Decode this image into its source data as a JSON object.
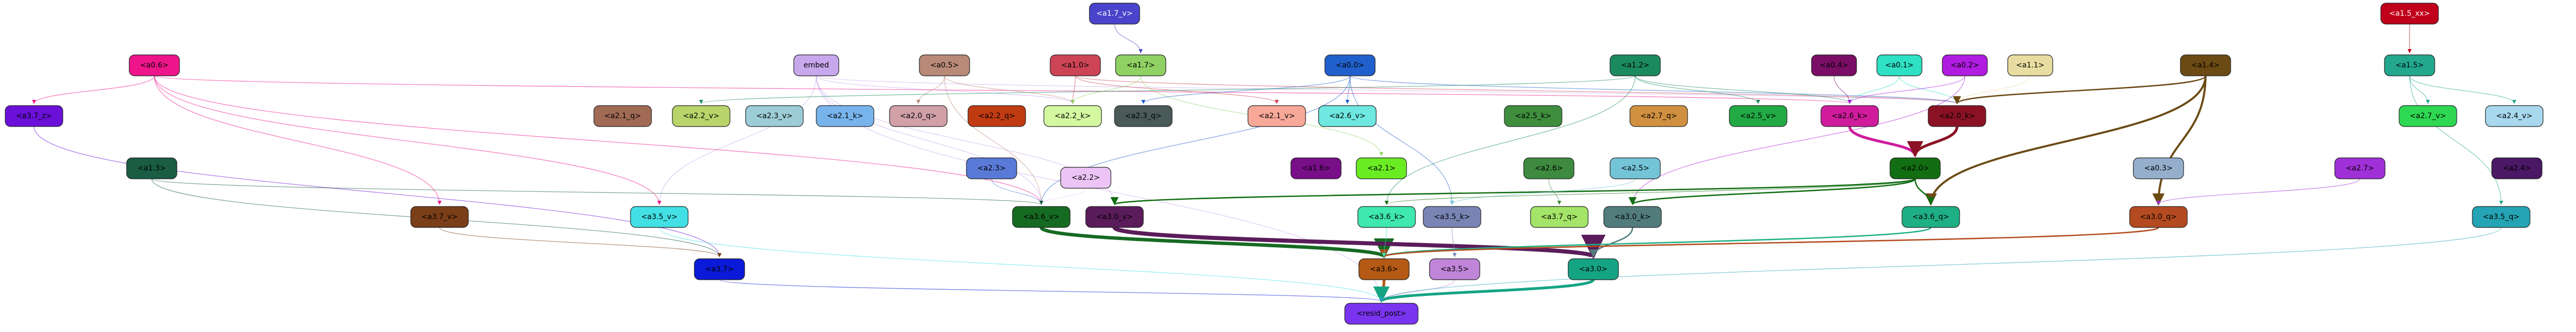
{
  "nodes": [
    {
      "id": "a1_7_v",
      "label": "<a1.7_v>",
      "fill": "#4a44cc",
      "text": "#ffffff"
    },
    {
      "id": "a1_5_xx",
      "label": "<a1.5_xx>",
      "fill": "#c0001a",
      "text": "#ffffff"
    },
    {
      "id": "a0_6",
      "label": "<a0.6>",
      "fill": "#ee158a",
      "text": "#000000"
    },
    {
      "id": "embed",
      "label": "embed",
      "fill": "#c8a8ec",
      "text": "#000000"
    },
    {
      "id": "a0_5",
      "label": "<a0.5>",
      "fill": "#b98a78",
      "text": "#000000"
    },
    {
      "id": "a1_0",
      "label": "<a1.0>",
      "fill": "#cc4455",
      "text": "#000000"
    },
    {
      "id": "a1_7",
      "label": "<a1.7>",
      "fill": "#8fd163",
      "text": "#000000"
    },
    {
      "id": "a0_0",
      "label": "<a0.0>",
      "fill": "#2060cc",
      "text": "#000000"
    },
    {
      "id": "a1_2",
      "label": "<a1.2>",
      "fill": "#1b8a5e",
      "text": "#000000"
    },
    {
      "id": "a0_4",
      "label": "<a0.4>",
      "fill": "#7a0e66",
      "text": "#000000"
    },
    {
      "id": "a0_1",
      "label": "<a0.1>",
      "fill": "#2ee0c4",
      "text": "#000000"
    },
    {
      "id": "a0_2",
      "label": "<a0.2>",
      "fill": "#b01ce0",
      "text": "#000000"
    },
    {
      "id": "a1_1",
      "label": "<a1.1>",
      "fill": "#e8dda0",
      "text": "#000000"
    },
    {
      "id": "a1_4",
      "label": "<a1.4>",
      "fill": "#6b4a14",
      "text": "#000000"
    },
    {
      "id": "a1_5",
      "label": "<a1.5>",
      "fill": "#23a88e",
      "text": "#000000"
    },
    {
      "id": "a3_7_z",
      "label": "<a3.7_z>",
      "fill": "#6a10d8",
      "text": "#000000"
    },
    {
      "id": "a2_1_q",
      "label": "<a2.1_q>",
      "fill": "#a06a55",
      "text": "#000000"
    },
    {
      "id": "a2_2_v",
      "label": "<a2.2_v>",
      "fill": "#b8d46a",
      "text": "#000000"
    },
    {
      "id": "a2_3_v",
      "label": "<a2.3_v>",
      "fill": "#9ccdd6",
      "text": "#000000"
    },
    {
      "id": "a2_1_k",
      "label": "<a2.1_k>",
      "fill": "#78b4ec",
      "text": "#000000"
    },
    {
      "id": "a2_0_q",
      "label": "<a2.0_q>",
      "fill": "#d0a0a6",
      "text": "#000000"
    },
    {
      "id": "a2_2_q",
      "label": "<a2.2_q>",
      "fill": "#c03a12",
      "text": "#000000"
    },
    {
      "id": "a2_2_k",
      "label": "<a2.2_k>",
      "fill": "#d4f8a0",
      "text": "#000000"
    },
    {
      "id": "a2_3_q",
      "label": "<a2.3_q>",
      "fill": "#4a5a58",
      "text": "#000000"
    },
    {
      "id": "a2_1_v",
      "label": "<a2.1_v>",
      "fill": "#f8a898",
      "text": "#000000"
    },
    {
      "id": "a2_6_v",
      "label": "<a2.6_v>",
      "fill": "#6ee8e0",
      "text": "#000000"
    },
    {
      "id": "a2_5_k",
      "label": "<a2.5_k>",
      "fill": "#3e8e3e",
      "text": "#000000"
    },
    {
      "id": "a2_7_q",
      "label": "<a2.7_q>",
      "fill": "#d09040",
      "text": "#000000"
    },
    {
      "id": "a2_5_v",
      "label": "<a2.5_v>",
      "fill": "#22aa44",
      "text": "#000000"
    },
    {
      "id": "a2_6_k",
      "label": "<a2.6_k>",
      "fill": "#d01c9c",
      "text": "#000000"
    },
    {
      "id": "a2_0_k",
      "label": "<a2.0_k>",
      "fill": "#8a1224",
      "text": "#000000"
    },
    {
      "id": "a2_7_v",
      "label": "<a2.7_v>",
      "fill": "#2ed852",
      "text": "#000000"
    },
    {
      "id": "a2_4_v",
      "label": "<a2.4_v>",
      "fill": "#a8d8ee",
      "text": "#000000"
    },
    {
      "id": "a1_3",
      "label": "<a1.3>",
      "fill": "#1a5c44",
      "text": "#000000"
    },
    {
      "id": "a2_3",
      "label": "<a2.3>",
      "fill": "#5a7ad8",
      "text": "#000000"
    },
    {
      "id": "a1_6",
      "label": "<a1.6>",
      "fill": "#780e88",
      "text": "#000000"
    },
    {
      "id": "a2_1",
      "label": "<a2.1>",
      "fill": "#6aec22",
      "text": "#000000"
    },
    {
      "id": "a2_6",
      "label": "<a2.6>",
      "fill": "#3e8a3e",
      "text": "#000000"
    },
    {
      "id": "a2_5",
      "label": "<a2.5>",
      "fill": "#74c4d8",
      "text": "#000000"
    },
    {
      "id": "a2_0",
      "label": "<a2.0>",
      "fill": "#126e12",
      "text": "#000000"
    },
    {
      "id": "a0_3",
      "label": "<a0.3>",
      "fill": "#94aecc",
      "text": "#000000"
    },
    {
      "id": "a2_7",
      "label": "<a2.7>",
      "fill": "#a030d8",
      "text": "#000000"
    },
    {
      "id": "a2_4",
      "label": "<a2.4>",
      "fill": "#4a1864",
      "text": "#000000"
    },
    {
      "id": "a2_2",
      "label": "<a2.2>",
      "fill": "#ecc4f6",
      "text": "#000000"
    },
    {
      "id": "a3_7_v",
      "label": "<a3.7_v>",
      "fill": "#7a3e18",
      "text": "#000000"
    },
    {
      "id": "a3_5_v",
      "label": "<a3.5_v>",
      "fill": "#42e0e4",
      "text": "#000000"
    },
    {
      "id": "a3_6_v",
      "label": "<a3.6_v>",
      "fill": "#166a22",
      "text": "#000000"
    },
    {
      "id": "a3_0_v",
      "label": "<a3.0_v>",
      "fill": "#5a1c5a",
      "text": "#000000"
    },
    {
      "id": "a3_6_k",
      "label": "<a3.6_k>",
      "fill": "#3ee8ae",
      "text": "#000000"
    },
    {
      "id": "a3_5_k",
      "label": "<a3.5_k>",
      "fill": "#7a84b4",
      "text": "#000000"
    },
    {
      "id": "a3_7_q",
      "label": "<a3.7_q>",
      "fill": "#a4e468",
      "text": "#000000"
    },
    {
      "id": "a3_0_k",
      "label": "<a3.0_k>",
      "fill": "#527c7c",
      "text": "#000000"
    },
    {
      "id": "a3_6_q",
      "label": "<a3.6_q>",
      "fill": "#1eb084",
      "text": "#000000"
    },
    {
      "id": "a3_0_q",
      "label": "<a3.0_q>",
      "fill": "#b44a20",
      "text": "#000000"
    },
    {
      "id": "a3_5_q",
      "label": "<a3.5_q>",
      "fill": "#24a4b4",
      "text": "#000000"
    },
    {
      "id": "a3_7",
      "label": "<a3.7>",
      "fill": "#0a1ad8",
      "text": "#000000"
    },
    {
      "id": "a3_6",
      "label": "<a3.6>",
      "fill": "#b45a14",
      "text": "#000000"
    },
    {
      "id": "a3_5",
      "label": "<a3.5>",
      "fill": "#c084d8",
      "text": "#000000"
    },
    {
      "id": "a3_0",
      "label": "<a3.0>",
      "fill": "#14a484",
      "text": "#000000"
    },
    {
      "id": "resid_post",
      "label": "<resid_post>",
      "fill": "#7a34f0",
      "text": "#000000"
    }
  ],
  "edges": [
    {
      "from": "a1_7_v",
      "to": "a1_7",
      "color": "#4a44cc",
      "weight": 1
    },
    {
      "from": "a1_5_xx",
      "to": "a1_5",
      "color": "#c0001a",
      "weight": 1
    },
    {
      "from": "embed",
      "to": "a3_5_v",
      "color": "#c8a8ec",
      "weight": 1
    },
    {
      "from": "embed",
      "to": "a3_6_v",
      "color": "#c8a8ec",
      "weight": 1
    },
    {
      "from": "embed",
      "to": "a3_0_v",
      "color": "#c8a8ec",
      "weight": 1
    },
    {
      "from": "embed",
      "to": "a2_2_k",
      "color": "#c8a8ec",
      "weight": 1
    },
    {
      "from": "embed",
      "to": "a2_0_k",
      "color": "#c8a8ec",
      "weight": 1
    },
    {
      "from": "embed",
      "to": "resid_post",
      "color": "#c8a8ec",
      "weight": 1
    },
    {
      "from": "a0_6",
      "to": "a3_7_z",
      "color": "#ee158a",
      "weight": 1
    },
    {
      "from": "a0_6",
      "to": "a3_7_v",
      "color": "#ee158a",
      "weight": 1
    },
    {
      "from": "a0_6",
      "to": "a3_5_v",
      "color": "#ee158a",
      "weight": 1
    },
    {
      "from": "a0_6",
      "to": "a3_6_v",
      "color": "#ee158a",
      "weight": 1
    },
    {
      "from": "a0_6",
      "to": "a2_6_k",
      "color": "#ee158a",
      "weight": 1
    },
    {
      "from": "a0_5",
      "to": "a2_0_q",
      "color": "#b98a78",
      "weight": 1
    },
    {
      "from": "a0_5",
      "to": "a2_2_k",
      "color": "#b98a78",
      "weight": 1
    },
    {
      "from": "a0_5",
      "to": "a3_6_v",
      "color": "#b98a78",
      "weight": 1
    },
    {
      "from": "a1_0",
      "to": "a2_1_v",
      "color": "#cc4455",
      "weight": 1
    },
    {
      "from": "a1_0",
      "to": "a2_2_k",
      "color": "#cc4455",
      "weight": 1
    },
    {
      "from": "a1_0",
      "to": "a2_0_k",
      "color": "#cc4455",
      "weight": 1
    },
    {
      "from": "a1_7",
      "to": "a2_2_k",
      "color": "#8fd163",
      "weight": 1
    },
    {
      "from": "a1_7",
      "to": "a2_1",
      "color": "#8fd163",
      "weight": 1
    },
    {
      "from": "a0_0",
      "to": "a2_3_q",
      "color": "#2060cc",
      "weight": 1
    },
    {
      "from": "a0_0",
      "to": "a2_6_v",
      "color": "#2060cc",
      "weight": 1
    },
    {
      "from": "a0_0",
      "to": "a3_6_v",
      "color": "#2060cc",
      "weight": 1
    },
    {
      "from": "a0_0",
      "to": "a3_5_k",
      "color": "#2060cc",
      "weight": 1
    },
    {
      "from": "a0_0",
      "to": "a2_0_k",
      "color": "#2060cc",
      "weight": 1
    },
    {
      "from": "a1_2",
      "to": "a2_5_v",
      "color": "#1b8a5e",
      "weight": 1
    },
    {
      "from": "a1_2",
      "to": "a2_6_k",
      "color": "#1b8a5e",
      "weight": 1
    },
    {
      "from": "a1_2",
      "to": "a3_6_k",
      "color": "#1b8a5e",
      "weight": 1
    },
    {
      "from": "a1_2",
      "to": "a2_2_v",
      "color": "#1b8a5e",
      "weight": 1
    },
    {
      "from": "a0_4",
      "to": "a2_6_k",
      "color": "#7a0e66",
      "weight": 1
    },
    {
      "from": "a0_1",
      "to": "a2_6_k",
      "color": "#2ee0c4",
      "weight": 1
    },
    {
      "from": "a0_1",
      "to": "a2_0_k",
      "color": "#2ee0c4",
      "weight": 1
    },
    {
      "from": "a0_2",
      "to": "a2_6_k",
      "color": "#b01ce0",
      "weight": 1
    },
    {
      "from": "a0_2",
      "to": "a3_0_k",
      "color": "#b01ce0",
      "weight": 1
    },
    {
      "from": "a1_1",
      "to": "a2_0_k",
      "color": "#e8dda0",
      "weight": 1
    },
    {
      "from": "a1_4",
      "to": "a2_0_k",
      "color": "#6b4a14",
      "weight": 2
    },
    {
      "from": "a1_4",
      "to": "a3_6_q",
      "color": "#6b4a14",
      "weight": 3
    },
    {
      "from": "a1_4",
      "to": "a3_0_q",
      "color": "#6b4a14",
      "weight": 3
    },
    {
      "from": "a1_5",
      "to": "a2_7_v",
      "color": "#23a88e",
      "weight": 1
    },
    {
      "from": "a1_5",
      "to": "a3_5_q",
      "color": "#23a88e",
      "weight": 1
    },
    {
      "from": "a1_5",
      "to": "a2_4_v",
      "color": "#23a88e",
      "weight": 1
    },
    {
      "from": "a3_7_z",
      "to": "a3_7",
      "color": "#6a10d8",
      "weight": 1
    },
    {
      "from": "a2_6_k",
      "to": "a2_0",
      "color": "#d01c9c",
      "weight": 4
    },
    {
      "from": "a2_0_k",
      "to": "a2_0",
      "color": "#8a1224",
      "weight": 4
    },
    {
      "from": "a2_3",
      "to": "a3_6_v",
      "color": "#5a7ad8",
      "weight": 1
    },
    {
      "from": "a2_2",
      "to": "a3_6_v",
      "color": "#ecc4f6",
      "weight": 1
    },
    {
      "from": "a2_0",
      "to": "a3_0_v",
      "color": "#126e12",
      "weight": 2
    },
    {
      "from": "a2_0",
      "to": "a3_0_k",
      "color": "#126e12",
      "weight": 2
    },
    {
      "from": "a2_0",
      "to": "a3_6_q",
      "color": "#126e12",
      "weight": 2
    },
    {
      "from": "a2_0",
      "to": "a3_6_k",
      "color": "#126e12",
      "weight": 1
    },
    {
      "from": "a2_7",
      "to": "a3_0_q",
      "color": "#a030d8",
      "weight": 1
    },
    {
      "from": "a2_6",
      "to": "a3_7_q",
      "color": "#3e8a3e",
      "weight": 1
    },
    {
      "from": "a2_5",
      "to": "a3_5_k",
      "color": "#74c4d8",
      "weight": 1
    },
    {
      "from": "a1_3",
      "to": "a3_7",
      "color": "#1a5c44",
      "weight": 1
    },
    {
      "from": "a1_3",
      "to": "a3_6_v",
      "color": "#1a5c44",
      "weight": 1
    },
    {
      "from": "a3_6_v",
      "to": "a3_6",
      "color": "#166a22",
      "weight": 5
    },
    {
      "from": "a3_0_v",
      "to": "a3_0",
      "color": "#5a1c5a",
      "weight": 6
    },
    {
      "from": "a3_0_k",
      "to": "a3_0",
      "color": "#527c7c",
      "weight": 2
    },
    {
      "from": "a3_6_q",
      "to": "a3_6",
      "color": "#1eb084",
      "weight": 2
    },
    {
      "from": "a3_0_q",
      "to": "a3_6",
      "color": "#b44a20",
      "weight": 2
    },
    {
      "from": "a3_6_k",
      "to": "a3_6",
      "color": "#3ee8ae",
      "weight": 1
    },
    {
      "from": "a3_5_k",
      "to": "a3_5",
      "color": "#7a84b4",
      "weight": 1
    },
    {
      "from": "a3_7_v",
      "to": "a3_7",
      "color": "#7a3e18",
      "weight": 1
    },
    {
      "from": "a3_6",
      "to": "resid_post",
      "color": "#b45a14",
      "weight": 4
    },
    {
      "from": "a3_0",
      "to": "resid_post",
      "color": "#14a484",
      "weight": 4
    },
    {
      "from": "a3_5",
      "to": "resid_post",
      "color": "#c084d8",
      "weight": 1
    },
    {
      "from": "a3_7",
      "to": "resid_post",
      "color": "#0a1ad8",
      "weight": 1
    },
    {
      "from": "a3_5_v",
      "to": "resid_post",
      "color": "#42e0e4",
      "weight": 1
    },
    {
      "from": "a3_5_q",
      "to": "resid_post",
      "color": "#24a4b4",
      "weight": 1
    }
  ]
}
